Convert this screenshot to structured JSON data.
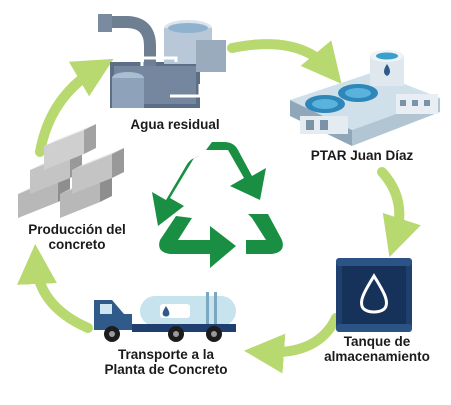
{
  "colors": {
    "arrow": "#b7d96f",
    "recycle": "#1a8f44",
    "concrete_light": "#dcdcdc",
    "concrete_mid": "#b8b8b8",
    "concrete_dark": "#8e8e8e",
    "tank": "#1f3f6e",
    "truck_cab": "#2f5a8a",
    "truck_tank": "#c7e3ee",
    "plant_water": "#3aa0c7"
  },
  "icons": {
    "center": "recycle-icon",
    "wastewater": "wastewater-plant-icon",
    "ptar": "treatment-plant-icon",
    "tank": "water-tank-icon",
    "truck": "water-truck-icon",
    "concrete": "concrete-blocks-icon"
  },
  "stages": {
    "agua_residual": {
      "label": "Agua residual"
    },
    "ptar": {
      "label": "PTAR Juan Díaz"
    },
    "tanque": {
      "label_line1": "Tanque de",
      "label_line2": "almacenamiento"
    },
    "transporte": {
      "label_line1": "Transporte a la",
      "label_line2": "Planta de Concreto"
    },
    "produccion": {
      "label_line1": "Producción del",
      "label_line2": "concreto"
    }
  }
}
